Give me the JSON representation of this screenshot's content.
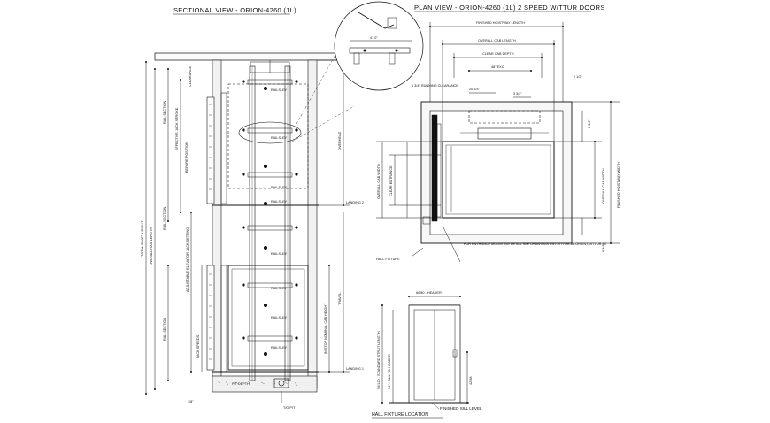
{
  "titles": {
    "sectional": "SECTIONAL VIEW - ORION-4260 (1L)",
    "plan": "PLAN VIEW - ORION-4260 (1L)  2 SPEED W/TTUR DOORS",
    "hall_fixture_location": "HALL FIXTURE LOCATION"
  },
  "sectional": {
    "detail_dim": "47.0\"",
    "railsleys": [
      "RAILSLEY",
      "RAILSLEY",
      "RAILSLEY",
      "RAILSLEY",
      "RAILSLEY",
      "RAILSLEY",
      "RAILSLEY",
      "RAILSLEY"
    ],
    "left_dims": [
      "TOTAL SHAFT HEIGHT",
      "OVERALL RAIL LENGTH",
      "RAIL SECTION",
      "RAIL SECTION",
      "RAIL SECTION"
    ],
    "inner_dims": [
      "EFFECTIVE JACK STROKE",
      "BEFORE POSITION",
      "ADJUSTABLE ELEVATOR JACK SETTING",
      "JACK SPEEDS"
    ],
    "right_dims": [
      "OVERHEAD",
      "TRAVEL",
      "IN STOP NOMINAL CAB HEIGHT"
    ],
    "landings": [
      "LANDING 2",
      "LANDING 1"
    ],
    "pit_depth": "PIT DEPTH",
    "pit_label": "T/O PIT",
    "bottom_dim": "1/8\"",
    "clearance": "CLEARANCE"
  },
  "plan": {
    "top_dims": [
      "FINISHED HOISTWAY LENGTH",
      "OVERALL CAB LENGTH",
      "CLEAR CAB DEPTH",
      "48\" EXC"
    ],
    "left_dims": [
      "1 3/4\" RUNNING CLEARANCE",
      "OVERALL CAB WIDTH",
      "CLEAR ENTRANCE"
    ],
    "right_dims": [
      "FINISHED HOISTWAY WIDTH",
      "OVERALL CAB WIDTH"
    ],
    "side_small": [
      "2 1/2\"",
      "8 3/4\"",
      "6 3/4\""
    ],
    "center_dims": [
      "20 1/4\"",
      "3 3/4\""
    ],
    "entrance_note": "FOR ENTRANCE MOUNTING DETAIL SEE DRAWINGS ENT-VITTUR-8A OR ENT-VITTUR-9V",
    "hall_fixture": "HALL FIXTURE"
  },
  "hall_fixture_view": {
    "top_dim": "60/80 - HEADER",
    "left_dim": "90/120 - STANDARD STRUT LENGTH",
    "left_dim2": "94\" - SILL TO HEADER",
    "right_dim": "42/48",
    "finished_sill": "FINISHED SILL LEVEL"
  }
}
